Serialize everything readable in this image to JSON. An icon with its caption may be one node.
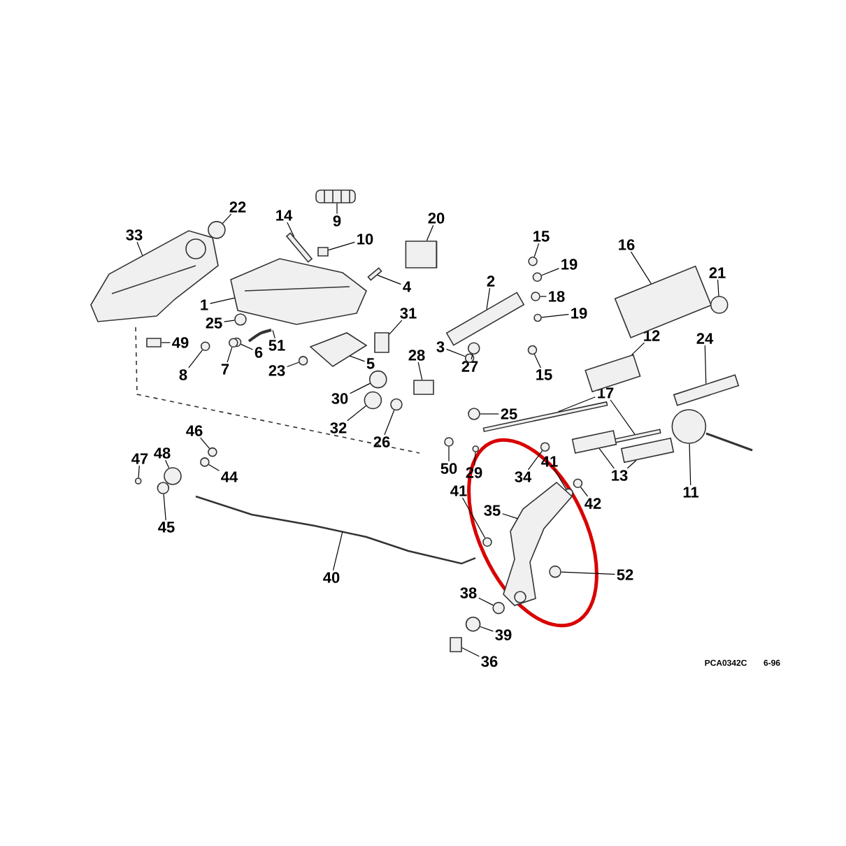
{
  "diagram": {
    "nodes": [
      {
        "text": [
          "22"
        ]
      },
      {
        "text": [
          "14"
        ]
      },
      {
        "text": [
          "20"
        ]
      },
      {
        "text": [
          "9"
        ]
      },
      {
        "text": [
          "33"
        ]
      },
      {
        "text": [
          "15"
        ]
      },
      {
        "text": [
          "10"
        ]
      },
      {
        "text": [
          "16"
        ]
      },
      {
        "text": [
          "19"
        ]
      },
      {
        "text": [
          "21"
        ]
      },
      {
        "text": [
          "2"
        ]
      },
      {
        "text": [
          "4"
        ]
      },
      {
        "text": [
          "18"
        ]
      },
      {
        "text": [
          "1"
        ]
      },
      {
        "text": [
          "31"
        ]
      },
      {
        "text": [
          "19"
        ]
      },
      {
        "text": [
          "25"
        ]
      },
      {
        "text": [
          "12"
        ]
      },
      {
        "text": [
          "24"
        ]
      },
      {
        "text": [
          "49"
        ]
      },
      {
        "text": [
          "51"
        ]
      },
      {
        "text": [
          "3"
        ]
      },
      {
        "text": [
          "6"
        ]
      },
      {
        "text": [
          "28"
        ]
      },
      {
        "text": [
          "5"
        ]
      },
      {
        "text": [
          "27"
        ]
      },
      {
        "text": [
          "7"
        ]
      },
      {
        "text": [
          "23"
        ]
      },
      {
        "text": [
          "8"
        ]
      },
      {
        "text": [
          "15"
        ]
      },
      {
        "text": [
          "17"
        ]
      },
      {
        "text": [
          "30"
        ]
      },
      {
        "text": [
          "25"
        ]
      },
      {
        "text": [
          "32"
        ]
      },
      {
        "text": [
          "46"
        ]
      },
      {
        "text": [
          "26"
        ]
      },
      {
        "text": [
          "48"
        ]
      },
      {
        "text": [
          "47"
        ]
      },
      {
        "text": [
          "50"
        ]
      },
      {
        "text": [
          "41"
        ]
      },
      {
        "text": [
          "29"
        ]
      },
      {
        "text": [
          "13"
        ]
      },
      {
        "text": [
          "34"
        ]
      },
      {
        "text": [
          "44"
        ]
      },
      {
        "text": [
          "11"
        ]
      },
      {
        "text": [
          "42"
        ]
      },
      {
        "text": [
          "35"
        ]
      },
      {
        "text": [
          "41"
        ]
      },
      {
        "text": [
          "45"
        ]
      },
      {
        "text": [
          "52"
        ]
      },
      {
        "text": [
          "40"
        ]
      },
      {
        "text": [
          "38"
        ]
      },
      {
        "text": [
          "39"
        ]
      },
      {
        "text": [
          "36"
        ]
      },
      {
        "text": [],
        "shape": "circle"
      },
      {
        "text": [],
        "shape": "bar"
      },
      {
        "text": [],
        "shape": "cylinder"
      },
      {
        "text": [],
        "shape": "picture"
      },
      {
        "text": [],
        "shape": "picture"
      },
      {
        "text": [],
        "shape": "circle"
      },
      {
        "text": [],
        "shape": "box"
      },
      {
        "text": [],
        "shape": "cylinder"
      },
      {
        "text": [],
        "shape": "circle"
      },
      {
        "text": [],
        "shape": "circle"
      },
      {
        "text": [],
        "shape": "bar"
      },
      {
        "text": [],
        "shape": "bar"
      },
      {
        "text": [],
        "shape": "circle"
      },
      {
        "text": [],
        "shape": "picture"
      },
      {
        "text": [],
        "shape": "box"
      },
      {
        "text": [],
        "shape": "circle"
      },
      {
        "text": [],
        "shape": "circle"
      },
      {
        "text": [],
        "shape": "cylinder"
      },
      {
        "text": [],
        "shape": "bar"
      },
      {
        "text": [],
        "shape": "bar"
      },
      {
        "text": [],
        "shape": "picture"
      },
      {
        "text": [],
        "shape": "circle"
      },
      {
        "text": [],
        "shape": "circle"
      },
      {
        "text": [],
        "shape": "box"
      },
      {
        "text": [],
        "shape": "picture"
      },
      {
        "text": [],
        "shape": "circle"
      },
      {
        "text": [],
        "shape": "circle"
      },
      {
        "text": [],
        "shape": "circle"
      },
      {
        "text": [],
        "shape": "circle"
      },
      {
        "text": [],
        "shape": "circle"
      },
      {
        "text": [],
        "shape": "bar"
      },
      {
        "text": [],
        "shape": "bar"
      },
      {
        "text": [],
        "shape": "circle"
      },
      {
        "text": [],
        "shape": "circle"
      },
      {
        "text": [],
        "shape": "circle"
      },
      {
        "text": [],
        "shape": "circle"
      },
      {
        "text": [],
        "shape": "circle"
      },
      {
        "text": [],
        "shape": "circle"
      },
      {
        "text": [],
        "shape": "circle"
      },
      {
        "text": [],
        "shape": "circle"
      },
      {
        "text": [],
        "shape": "circle"
      },
      {
        "text": [],
        "shape": "circle"
      },
      {
        "text": [],
        "shape": "bar"
      },
      {
        "text": [],
        "shape": "bar"
      },
      {
        "text": [],
        "shape": "circle"
      },
      {
        "text": [],
        "shape": "circle"
      },
      {
        "text": [],
        "shape": "circle"
      },
      {
        "text": [],
        "shape": "circle"
      },
      {
        "text": [],
        "shape": "picture"
      },
      {
        "text": [],
        "shape": "circle"
      },
      {
        "text": [],
        "shape": "circle"
      },
      {
        "text": [],
        "shape": "circle"
      },
      {
        "text": [],
        "shape": "picture"
      },
      {
        "text": [],
        "shape": "circle"
      },
      {
        "text": [],
        "shape": "circle"
      },
      {
        "text": [],
        "shape": "box"
      }
    ],
    "edges": [
      {
        "from": 0,
        "to": 54,
        "arrow": "none"
      },
      {
        "from": 1,
        "to": 55,
        "arrow": "none"
      },
      {
        "from": 2,
        "to": 56,
        "arrow": "none"
      },
      {
        "from": 3,
        "to": 57,
        "arrow": "none"
      },
      {
        "from": 4,
        "to": 58,
        "arrow": "none"
      },
      {
        "from": 5,
        "to": 59,
        "arrow": "none"
      },
      {
        "from": 6,
        "to": 60,
        "arrow": "none"
      },
      {
        "from": 7,
        "to": 61,
        "arrow": "none"
      },
      {
        "from": 8,
        "to": 62,
        "arrow": "none"
      },
      {
        "from": 9,
        "to": 63,
        "arrow": "none"
      },
      {
        "from": 10,
        "to": 64,
        "arrow": "none"
      },
      {
        "from": 11,
        "to": 65,
        "arrow": "none"
      },
      {
        "from": 12,
        "to": 66,
        "arrow": "none"
      },
      {
        "from": 13,
        "to": 67,
        "arrow": "none"
      },
      {
        "from": 14,
        "to": 68,
        "arrow": "none"
      },
      {
        "from": 15,
        "to": 69,
        "arrow": "none"
      },
      {
        "from": 16,
        "to": 70,
        "arrow": "none"
      },
      {
        "from": 17,
        "to": 71,
        "arrow": "none"
      },
      {
        "from": 18,
        "to": 72,
        "arrow": "none"
      },
      {
        "from": 19,
        "to": 73,
        "arrow": "none"
      },
      {
        "from": 20,
        "to": 74,
        "arrow": "none"
      },
      {
        "from": 21,
        "to": 75,
        "arrow": "none"
      },
      {
        "from": 22,
        "to": 76,
        "arrow": "none"
      },
      {
        "from": 23,
        "to": 77,
        "arrow": "none"
      },
      {
        "from": 24,
        "to": 78,
        "arrow": "none"
      },
      {
        "from": 25,
        "to": 79,
        "arrow": "none"
      },
      {
        "from": 26,
        "to": 80,
        "arrow": "none"
      },
      {
        "from": 27,
        "to": 81,
        "arrow": "none"
      },
      {
        "from": 28,
        "to": 82,
        "arrow": "none"
      },
      {
        "from": 29,
        "to": 83,
        "arrow": "none"
      },
      {
        "from": 30,
        "to": 84,
        "arrow": "none"
      },
      {
        "from": 30,
        "to": 85,
        "arrow": "none"
      },
      {
        "from": 31,
        "to": 86,
        "arrow": "none"
      },
      {
        "from": 32,
        "to": 87,
        "arrow": "none"
      },
      {
        "from": 33,
        "to": 88,
        "arrow": "none"
      },
      {
        "from": 34,
        "to": 89,
        "arrow": "none"
      },
      {
        "from": 35,
        "to": 90,
        "arrow": "none"
      },
      {
        "from": 36,
        "to": 91,
        "arrow": "none"
      },
      {
        "from": 37,
        "to": 92,
        "arrow": "none"
      },
      {
        "from": 38,
        "to": 93,
        "arrow": "none"
      },
      {
        "from": 39,
        "to": 94,
        "arrow": "none"
      },
      {
        "from": 40,
        "to": 95,
        "arrow": "none"
      },
      {
        "from": 41,
        "to": 96,
        "arrow": "none"
      },
      {
        "from": 41,
        "to": 97,
        "arrow": "none"
      },
      {
        "from": 42,
        "to": 98,
        "arrow": "none"
      },
      {
        "from": 43,
        "to": 99,
        "arrow": "none"
      },
      {
        "from": 44,
        "to": 100,
        "arrow": "none"
      },
      {
        "from": 45,
        "to": 101,
        "arrow": "none"
      },
      {
        "from": 46,
        "to": 102,
        "arrow": "none"
      },
      {
        "from": 47,
        "to": 103,
        "arrow": "none"
      },
      {
        "from": 48,
        "to": 104,
        "arrow": "none"
      },
      {
        "from": 49,
        "to": 105,
        "arrow": "none"
      },
      {
        "from": 50,
        "to": 106,
        "arrow": "none"
      },
      {
        "from": 51,
        "to": 107,
        "arrow": "none"
      },
      {
        "from": 52,
        "to": 108,
        "arrow": "none"
      },
      {
        "from": 53,
        "to": 109,
        "arrow": "none"
      }
    ],
    "labels": [
      "PCA0342C",
      "6-96"
    ]
  }
}
